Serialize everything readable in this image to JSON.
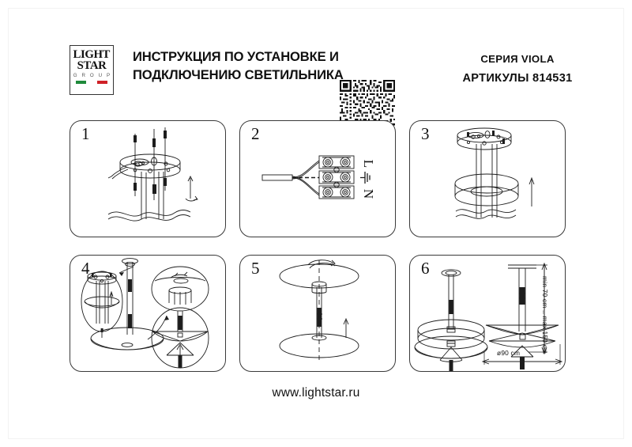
{
  "document": {
    "kind": "installation-instruction-sheet",
    "footer_url": "www.lightstar.ru"
  },
  "header": {
    "logo": {
      "line1": "LIGHT",
      "line2": "STAR",
      "line3": "G R O U P",
      "flag_colors": [
        "#1f8a3b",
        "#ffffff",
        "#cf2127"
      ]
    },
    "title_line1": "ИНСТРУКЦИЯ ПО УСТАНОВКЕ И",
    "title_line2": "ПОДКЛЮЧЕНИЮ СВЕТИЛЬНИКА",
    "qr_alt": "qr-code",
    "series_label": "СЕРИЯ VIOLA",
    "sku_label": "АРТИКУЛЫ 814531"
  },
  "steps": [
    {
      "number": "1",
      "name": "mount-base-plate",
      "description": "Ceiling mounting plate with suspension cables and wiring"
    },
    {
      "number": "2",
      "name": "wire-terminal-block",
      "description": "Connect supply wires to terminal block",
      "terminals": [
        "L",
        "⏚",
        "N"
      ]
    },
    {
      "number": "3",
      "name": "slide-canopy-up",
      "description": "Slide decorative canopy up to ceiling plate"
    },
    {
      "number": "4",
      "name": "assemble-shade",
      "description": "Attach shade disc and lamp holder, detail callouts"
    },
    {
      "number": "5",
      "name": "stack-discs",
      "description": "Position both shade discs on the central rod"
    },
    {
      "number": "6",
      "name": "final-dimensions",
      "description": "Completed fixture with overall dimensions",
      "dim_height": "min 70 cm .. max 150 cm",
      "dim_diameter": "ø90 cm"
    }
  ],
  "colors": {
    "line": "#3a3a3a",
    "ink": "#111111",
    "flag_green": "#1f8a3b",
    "flag_red": "#cf2127"
  }
}
